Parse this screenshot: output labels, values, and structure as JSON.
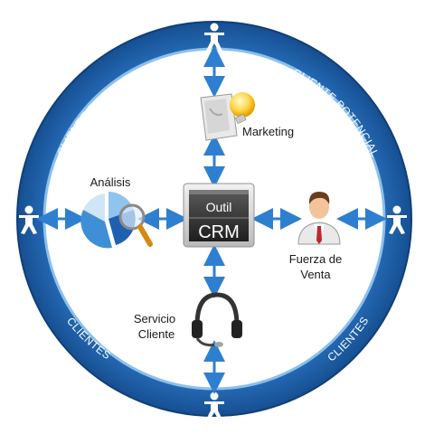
{
  "ring": {
    "top_left": "CLIENTE POTENTIAL",
    "top_right": "CLIENTE POTENCIAL",
    "bottom_left": "CLIENTES",
    "bottom_right": "CLIENTES"
  },
  "center": {
    "line1": "Outil",
    "line2": "CRM"
  },
  "nodes": {
    "marketing": "Marketing",
    "analisis": "Análisis",
    "fuerza_line1": "Fuerza de",
    "fuerza_line2": "Venta",
    "servicio_line1": "Servicio",
    "servicio_line2": "Cliente"
  },
  "colors": {
    "ring_dark": "#1b5ea6",
    "ring_light": "#3f8fd6",
    "arrow": "#2f7fd0",
    "crm_box": "#3a3a3a"
  },
  "icons": [
    "person-icon",
    "lightbulb-document-icon",
    "pie-chart-magnifier-icon",
    "businessman-icon",
    "headset-icon"
  ]
}
